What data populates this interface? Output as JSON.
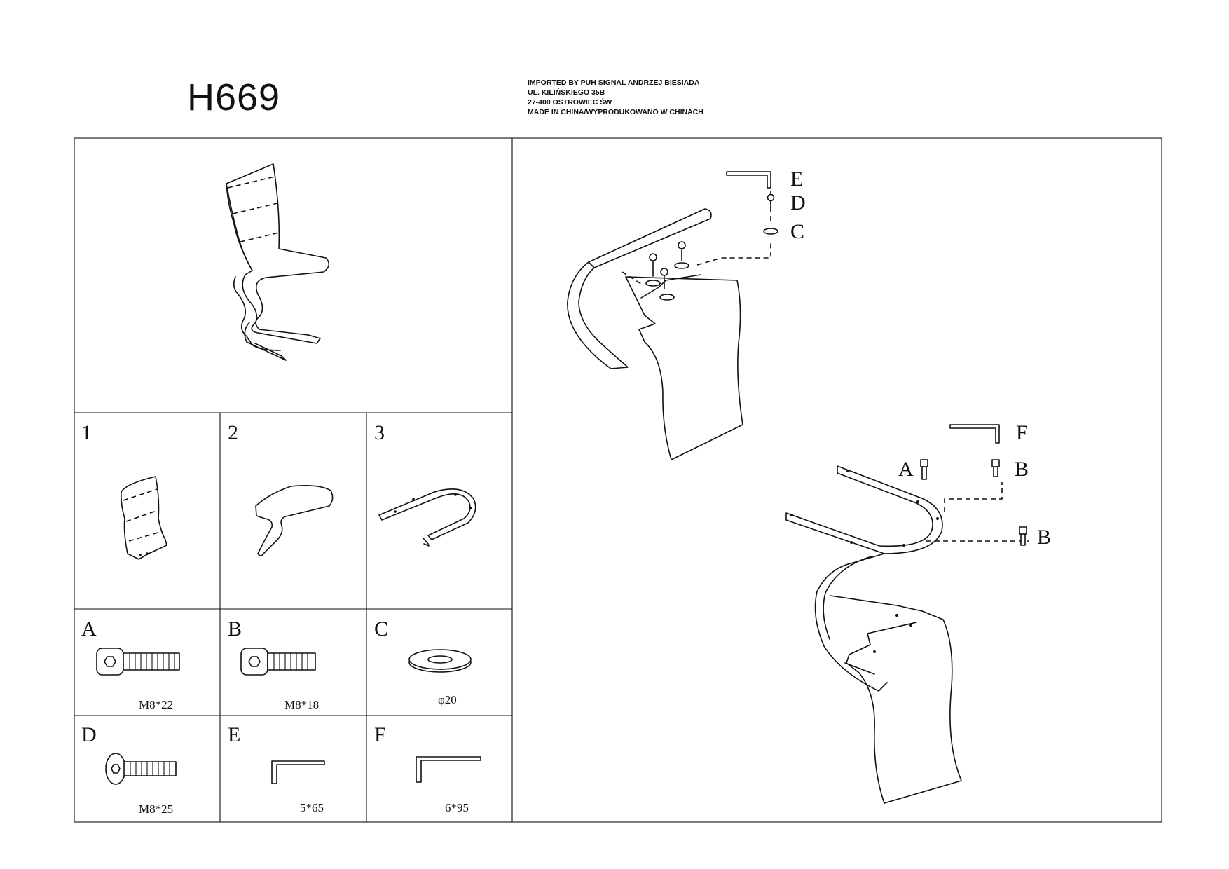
{
  "header": {
    "model": "H669",
    "importer_lines": [
      "IMPORTED BY PUH SIGNAL ANDRZEJ BIESIADA",
      "UL. KILIŃSKIEGO 35B",
      "27-400 OSTROWIEC ŚW",
      "MADE IN CHINA/WYPRODUKOWANO W CHINACH"
    ]
  },
  "parts": [
    {
      "label": "1"
    },
    {
      "label": "2"
    },
    {
      "label": "3"
    }
  ],
  "hardware": [
    {
      "label": "A",
      "size": "M8*22",
      "icon": "hex-bolt-icon"
    },
    {
      "label": "B",
      "size": "M8*18",
      "icon": "hex-bolt-icon"
    },
    {
      "label": "C",
      "size": "φ20",
      "icon": "washer-icon"
    },
    {
      "label": "D",
      "size": "M8*25",
      "icon": "flat-head-bolt-icon"
    },
    {
      "label": "E",
      "size": "5*65",
      "icon": "allen-key-icon"
    },
    {
      "label": "F",
      "size": "6*95",
      "icon": "allen-key-icon"
    }
  ],
  "callouts": {
    "step1": [
      "E",
      "D",
      "C"
    ],
    "step2": [
      "F",
      "A",
      "B",
      "B"
    ]
  }
}
